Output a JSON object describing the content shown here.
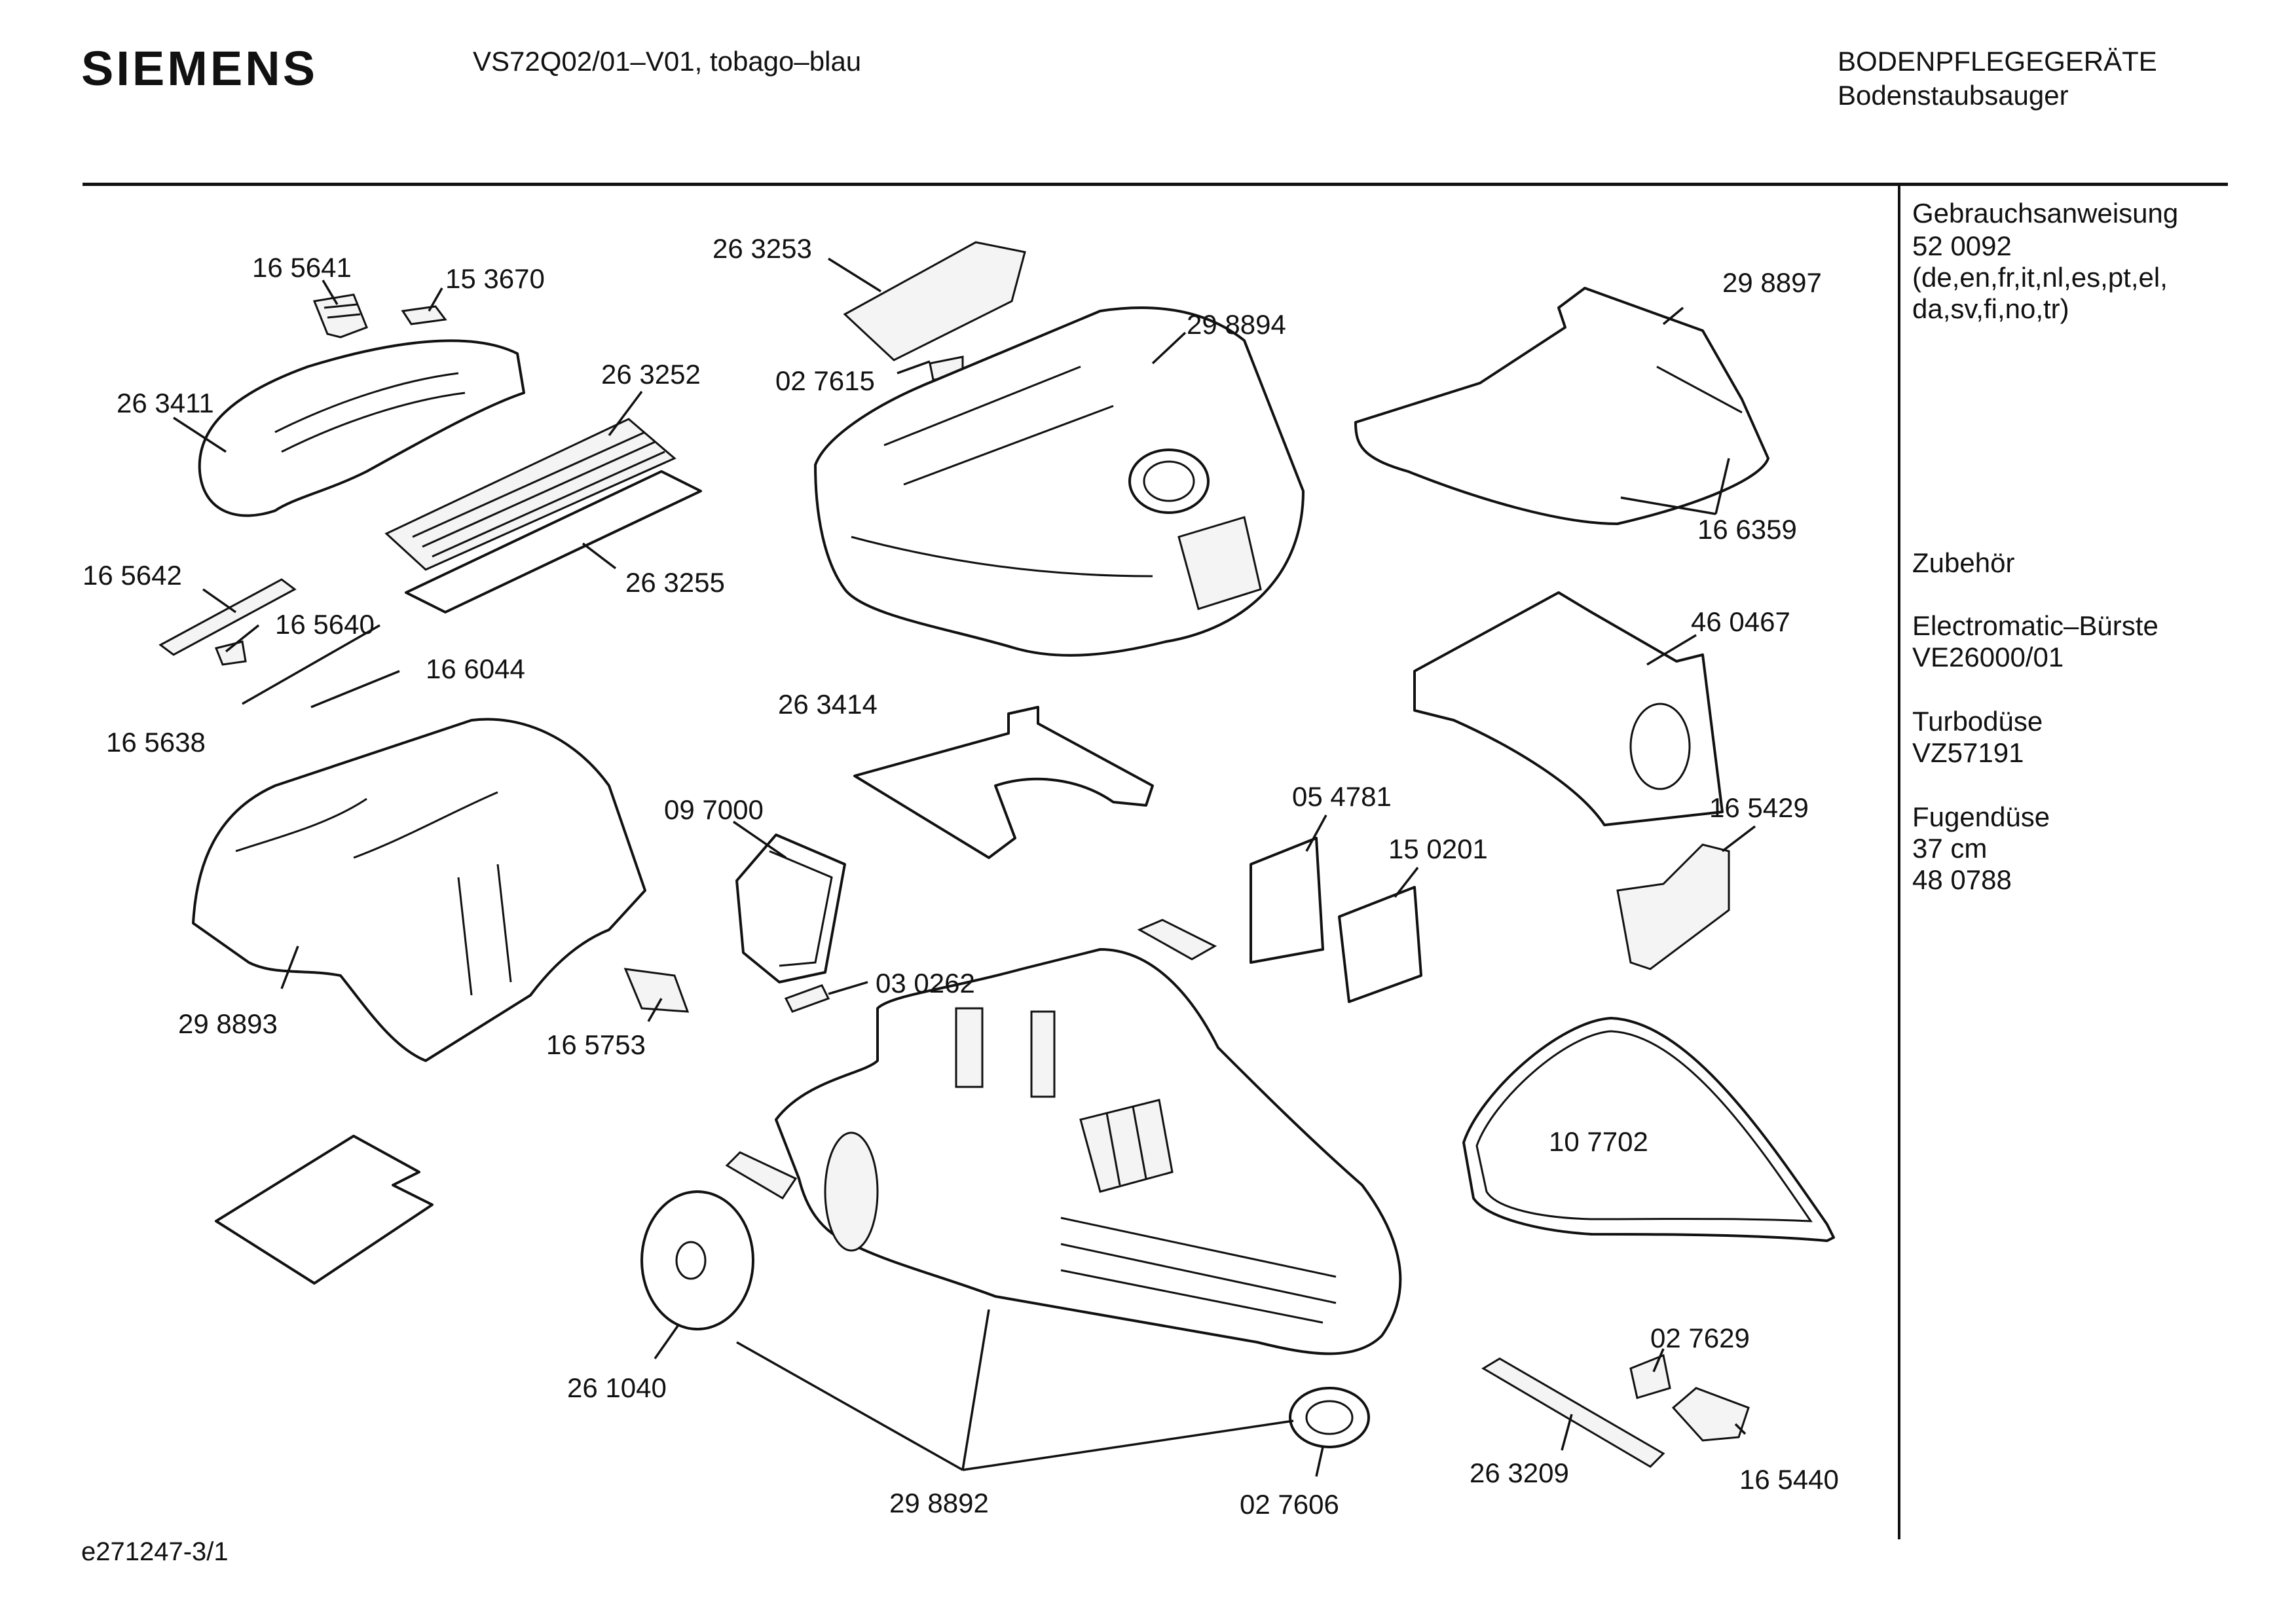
{
  "header": {
    "brand": "SIEMENS",
    "model": "VS72Q02/01–V01, tobago–blau",
    "category": "BODENPFLEGEGERÄTE",
    "subcategory": "Bodenstaubsauger"
  },
  "sidebar": {
    "manual_title": "Gebrauchsanweisung",
    "manual_number": "52 0092",
    "manual_langs_1": "(de,en,fr,it,nl,es,pt,el,",
    "manual_langs_2": "da,sv,fi,no,tr)",
    "accessories_title": "Zubehör",
    "acc1_name": "Electromatic–Bürste",
    "acc1_num": "VE26000/01",
    "acc2_name": "Turbodüse",
    "acc2_num": "VZ57191",
    "acc3_name": "Fugendüse",
    "acc3_size": "37 cm",
    "acc3_num": "48 0788"
  },
  "parts": {
    "p165641": "16 5641",
    "p153670": "15 3670",
    "p263411": "26 3411",
    "p263252": "26 3252",
    "p263255": "26 3255",
    "p165642": "16 5642",
    "p165640": "16 5640",
    "p166044": "16 6044",
    "p165638": "16 5638",
    "p298893": "29 8893",
    "p165753": "16 5753",
    "p263253": "26 3253",
    "p027615": "02 7615",
    "p298894": "29 8894",
    "p263414": "26 3414",
    "p097000": "09 7000",
    "p030262": "03 0262",
    "p261040": "26 1040",
    "p298892": "29 8892",
    "p027606": "02 7606",
    "p298897": "29 8897",
    "p166359": "16 6359",
    "p460467": "46 0467",
    "p054781": "05 4781",
    "p150201": "15 0201",
    "p165429": "16 5429",
    "p107702": "10 7702",
    "p027629": "02 7629",
    "p263209": "26 3209",
    "p165440": "16 5440"
  },
  "footer": {
    "drawing_id": "e271247-3/1"
  }
}
